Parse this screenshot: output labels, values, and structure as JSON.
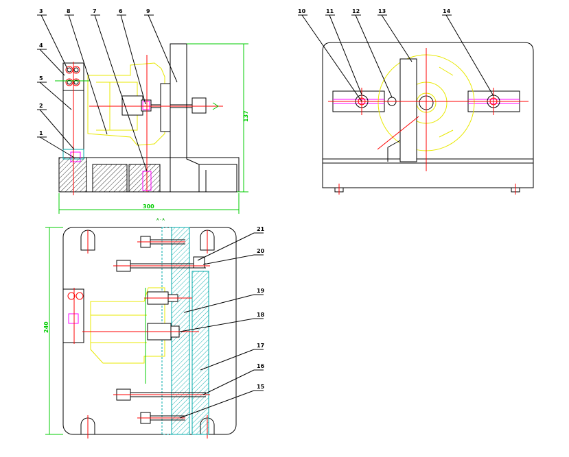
{
  "colors": {
    "outline": "#000000",
    "fixture_part": "#e8e800",
    "centerline": "#ff0000",
    "hidden": "#ff00ff",
    "dimension": "#00cc00",
    "hatch": "#00aaaa"
  },
  "labels": {
    "front_view": [
      "3",
      "8",
      "7",
      "6",
      "9",
      "4",
      "5",
      "2",
      "1"
    ],
    "side_view": [
      "10",
      "11",
      "12",
      "13",
      "14"
    ],
    "top_view": [
      "21",
      "20",
      "19",
      "18",
      "17",
      "16",
      "15"
    ]
  },
  "dimensions": {
    "front_height": "137",
    "front_width": "300",
    "top_height": "240"
  },
  "section_mark": "A - A"
}
